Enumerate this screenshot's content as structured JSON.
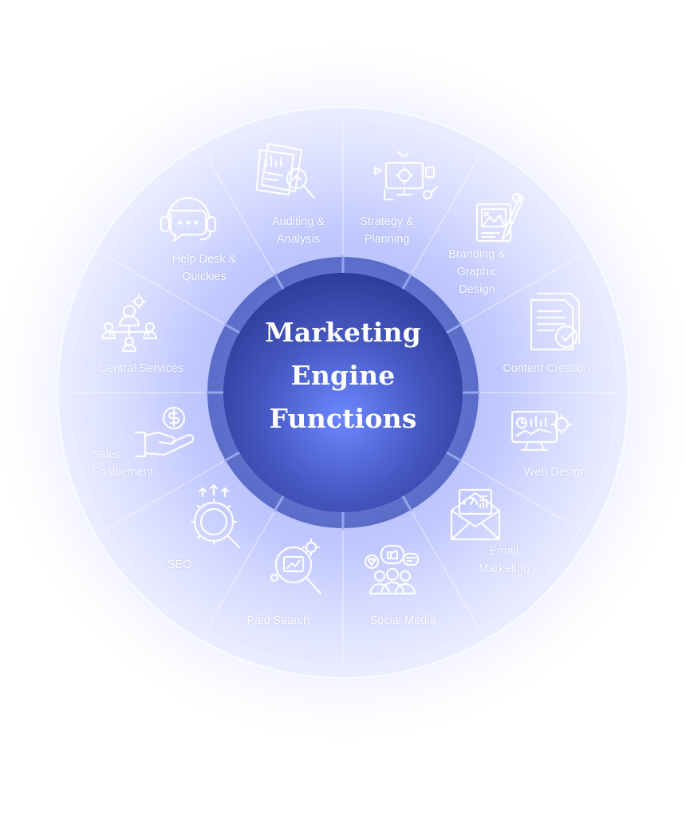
{
  "center": {
    "title": "Marketing\nEngine\nFunctions"
  },
  "colors": {
    "glow": "#9aa6ff",
    "ring_fill": "#6f82d6",
    "ring_band": "#5b6ec9",
    "hub_light": "#6b86ff",
    "hub_dark": "#2c3a96",
    "line": "#ffffff",
    "label": "#ffffff"
  },
  "segments": [
    {
      "label": "Auditing &\nAnalysis",
      "icon": "report-analysis-icon"
    },
    {
      "label": "Strategy &\nPlanning",
      "icon": "strategy-planning-icon"
    },
    {
      "label": "Branding &\nGraphic\nDesign",
      "icon": "graphic-design-icon"
    },
    {
      "label": "Content Creation",
      "icon": "content-document-icon"
    },
    {
      "label": "Web Design",
      "icon": "web-design-icon"
    },
    {
      "label": "Email\nMarketing",
      "icon": "email-marketing-icon"
    },
    {
      "label": "Social Media",
      "icon": "social-media-icon"
    },
    {
      "label": "Paid Search",
      "icon": "paid-search-icon"
    },
    {
      "label": "SEO",
      "icon": "seo-gear-icon"
    },
    {
      "label": "Sales\nEnablement",
      "icon": "sales-hand-coin-icon"
    },
    {
      "label": "Central Services",
      "icon": "central-network-icon"
    },
    {
      "label": "Help Desk &\nQuickies",
      "icon": "help-desk-chat-icon"
    }
  ]
}
